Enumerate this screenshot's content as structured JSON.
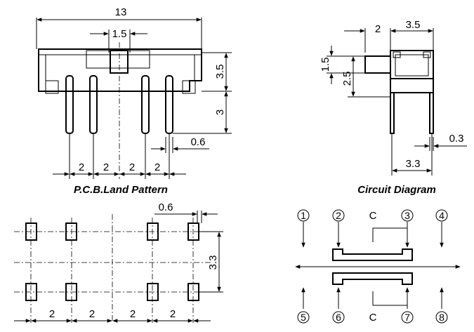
{
  "front_view": {
    "width": "13",
    "pin_offset": "1.5",
    "body_height": "3.5",
    "pin_length": "3",
    "pin_width": "0.6",
    "pitches": [
      "2",
      "2",
      "2",
      "2"
    ]
  },
  "side_view": {
    "actuator_length": "2",
    "body_depth": "3.5",
    "actuator_height": "1.5",
    "actuator_offset": "2.5",
    "pin_width": "0.3",
    "pin_span": "3.3"
  },
  "land_pattern": {
    "title": "P.C.B.Land Pattern",
    "pad_width": "0.6",
    "row_spacing": "3.3",
    "pitches": [
      "2",
      "2",
      "2",
      "2"
    ]
  },
  "circuit": {
    "title": "Circuit Diagram",
    "pins_top": [
      "1",
      "2",
      "3",
      "4"
    ],
    "pins_bottom": [
      "5",
      "6",
      "7",
      "8"
    ],
    "common_label_top": "C",
    "common_label_bottom": "C"
  }
}
